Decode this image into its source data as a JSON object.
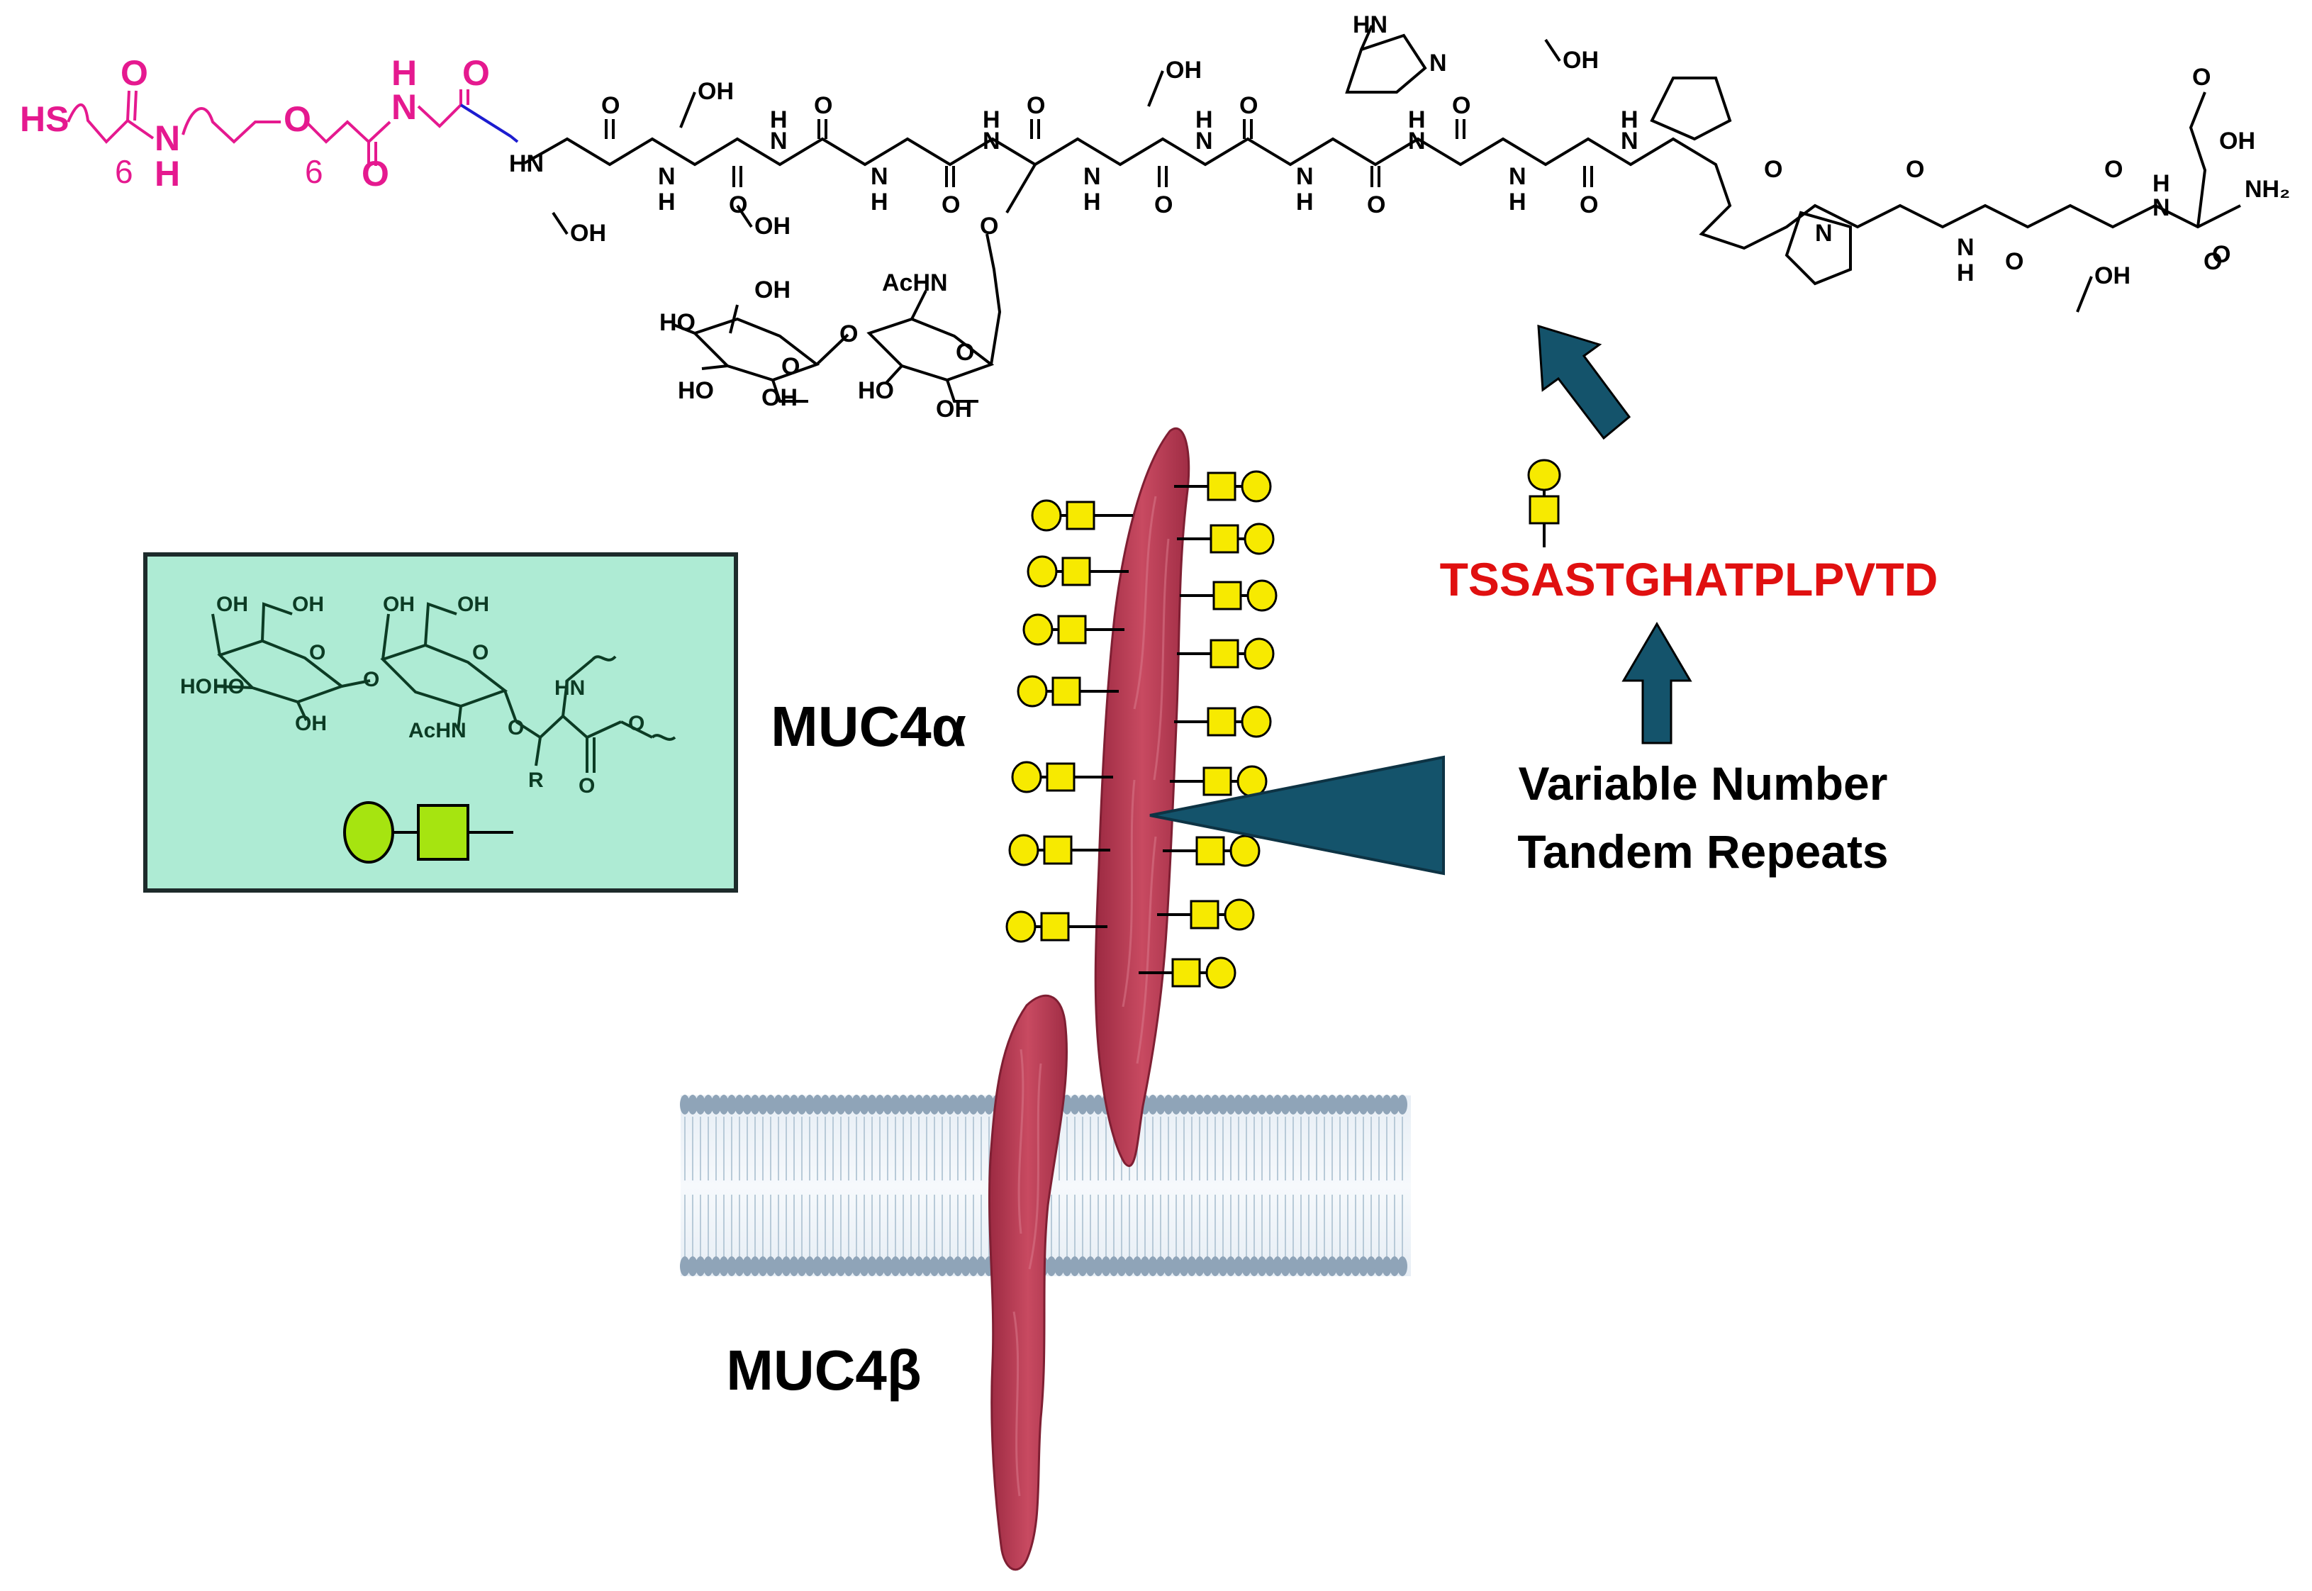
{
  "labels": {
    "muc4_alpha": "MUC4α",
    "muc4_beta": "MUC4β",
    "vntr_line1": "Variable Number",
    "vntr_line2": "Tandem Repeats",
    "sequence": "TSSASTGHATPLPVTD"
  },
  "linker": {
    "hs": "HS",
    "o1": "O",
    "n1": "N",
    "h1": "H",
    "n_sub": "6",
    "o2": "O",
    "o_sub": "6",
    "h2": "H",
    "n2": "N",
    "o3": "O",
    "o4": "O"
  },
  "peptide_atoms": {
    "hn": "HN",
    "oh": "OH",
    "ho": "HO",
    "o": "O",
    "h": "H",
    "n": "N",
    "hn_ring": "HN",
    "ahn": "AcHN",
    "nh2": "NH₂"
  },
  "inset": {
    "oh": "OH",
    "ho": "HO",
    "o": "O",
    "hn": "HN",
    "achn": "AcHN",
    "r": "R"
  },
  "colors": {
    "linker": "#e5198f",
    "linker_bond": "#1c1cd0",
    "sequence": "#e01010",
    "arrow": "#14536b",
    "protein": "#b8344d",
    "glycan_yellow": "#f7ea00",
    "inset_bg": "#aeebd4",
    "inset_glycan": "#a6e410",
    "membrane": "#8fa4b8"
  }
}
